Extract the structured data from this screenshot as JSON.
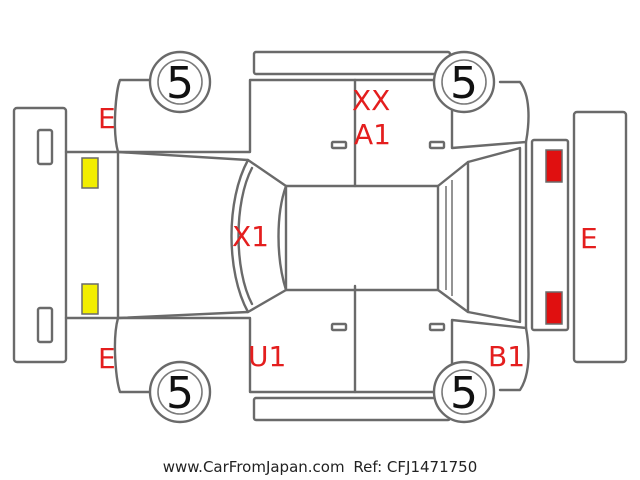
{
  "diagram": {
    "tires": {
      "front_left": "5",
      "front_right": "5",
      "rear_left": "5",
      "rear_right": "5"
    },
    "damage_marks": {
      "front_bumper_left_upper": "E",
      "front_bumper_left_lower": "E",
      "roof_top": "XX",
      "roof_panel": "A1",
      "hood": "X1",
      "lower_left_door": "U1",
      "lower_right_quarter": "B1",
      "rear_bumper": "E"
    },
    "lamp_colors": {
      "front": "#f2ee00",
      "rear": "#e01010"
    }
  },
  "footer": {
    "site": "www.CarFromJapan.com",
    "ref": "Ref: CFJ1471750"
  }
}
